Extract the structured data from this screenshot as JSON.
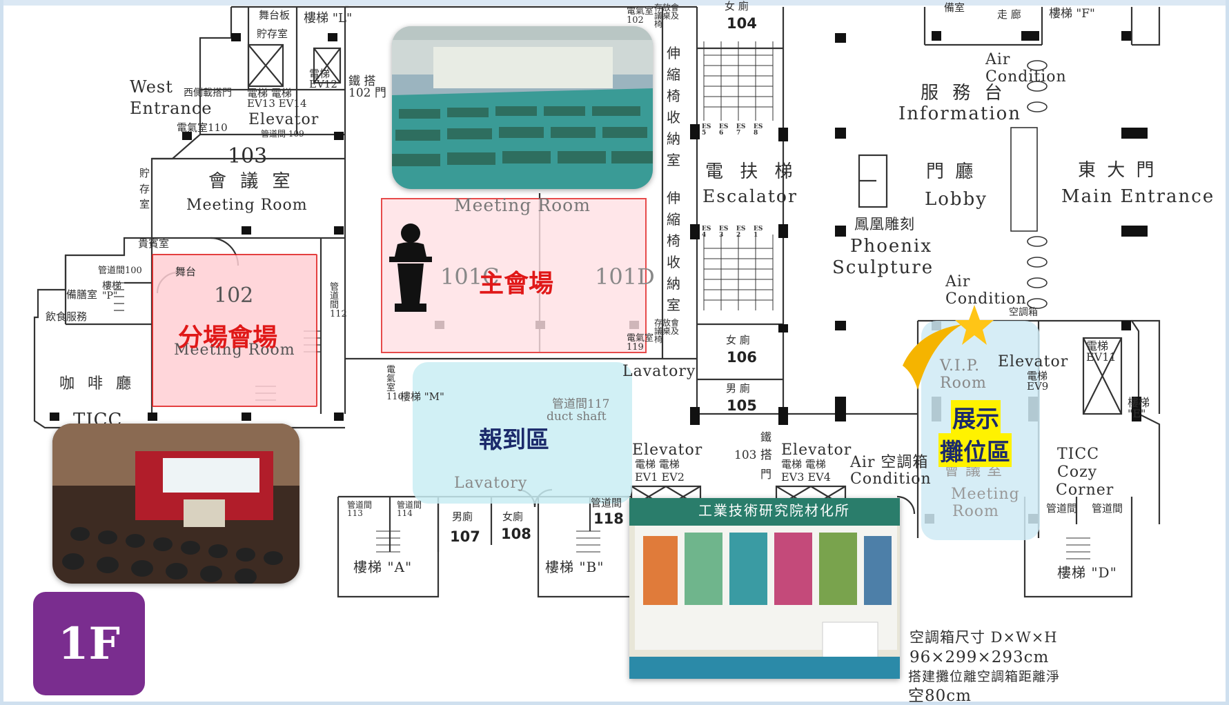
{
  "floor_badge": "1F",
  "colors": {
    "session_room": "#ffc9cf",
    "main_hall_border": "#e01e1e",
    "registration": "#cdeff4",
    "booth": "#d6eef5",
    "label_red": "#e01818",
    "label_navy": "#1b2a6b",
    "badge": "#7a2d8f",
    "highlight": "#fff200",
    "star": "#ffc516"
  },
  "zones": {
    "main_hall": "主會場",
    "session_room": "分場會場",
    "registration": "報到區",
    "booth_line1": "展示",
    "booth_line2": "攤位區"
  },
  "icons": {
    "podium": "speaker-podium-icon",
    "star": "shooting-star-icon"
  },
  "labels": {
    "west_entrance": [
      "West",
      "Entrance"
    ],
    "west_freight_elevator": "西側載搭門",
    "stage_storage": "舞台板",
    "storage_room": "貯存室",
    "stairs_l": "樓梯 \"L\"",
    "elevator_ev12": "電梯 EV12",
    "ev13_ev14": "電梯 電梯 EV13 EV14",
    "elevator": "Elevator",
    "freight_102": "鐵 搭102 門",
    "electrical_110": "電氣室110",
    "duct_109": "管道間 109",
    "room_103_num": "103",
    "room_103_cn": "會 議 室",
    "room_103_en": "Meeting  Room",
    "storage_vertical": "貯 存 室",
    "vip_room": "貴賓室",
    "stage": "舞台",
    "room_102_num": "102",
    "room_102_en": "Meeting  Room",
    "duct_100": "管道間100",
    "stairs_p": "樓梯 \"P\"",
    "prep_room": "備膳室",
    "catering": "飲食服務",
    "cafe": "咖 啡 廳",
    "ticc": "TICC",
    "room_101_title": "Meeting  Room",
    "room_101c": "101C",
    "room_101d": "101D",
    "retractable_seats": "伸 縮 椅 收 納 室",
    "electrical_102": "電氣室 102",
    "storage_platform": "存放會 議桌及 椅",
    "womens_104": "女 廁",
    "num_104": "104",
    "escalator_cn": "電 扶 梯",
    "escalator_en": "Escalator",
    "es_top": [
      "ES 5",
      "ES 6",
      "ES 7",
      "ES 8"
    ],
    "es_bottom": [
      "ES 4",
      "ES 3",
      "ES 2",
      "ES 1"
    ],
    "lavatory": "Lavatory",
    "electrical_119": "電氣室 119",
    "womens_106": "女 廁",
    "num_106": "106",
    "mens_105": "男 廁",
    "num_105": "105",
    "phoenix_cn": "鳳凰雕刻",
    "phoenix_en": [
      "Phoenix",
      "Sculpture"
    ],
    "lobby_cn": "門    廳",
    "lobby_en": "Lobby",
    "info_cn": "服 務 台",
    "info_en": "Information",
    "air_condition": [
      "Air",
      "Condition"
    ],
    "main_entrance_cn": "東    大    門",
    "main_entrance_en": "Main  Entrance",
    "stairs_f": "樓梯 \"F\"",
    "corridor": "走 廊",
    "storage_short": "備室",
    "air_condition_2": [
      "Air",
      "Condition"
    ],
    "aircon_box": "空調箱",
    "vip_room_en": [
      "V.I.P.",
      "Room"
    ],
    "elevator_ev9": "Elevator",
    "ev9": "電梯 EV9",
    "ev11": "電梯 EV11",
    "stairs_e": "樓梯 \"E\"",
    "cozy_corner": [
      "TICC",
      "Cozy",
      "Corner"
    ],
    "room_meeting_right_cn": "會 議 室",
    "room_meeting_right_en": [
      "Meeting",
      "Room"
    ],
    "duct_117": "管道間117",
    "duct_shaft": "duct shaft",
    "electrical_vertical": "電 氣 室 116",
    "stairs_m": "樓梯 \"M\"",
    "lavatory_2": "Lavatory",
    "elevator_ev1_ev2": [
      "Elevator",
      "電梯 電梯",
      "EV1 EV2"
    ],
    "freight_103": "103 搭",
    "iron": "鐵",
    "door": "門",
    "elevator_ev3_ev4": [
      "Elevator",
      "電梯 電梯",
      "EV3 EV4"
    ],
    "air_condition_3": [
      "Air 空調箱",
      "Condition"
    ],
    "duct_113": "管道間 113",
    "duct_114": "管道間 114",
    "mens_107": "男廁",
    "num_107": "107",
    "womens_108": "女廁",
    "num_108": "108",
    "duct_118": "管道間",
    "num_118": "118",
    "stairs_a": "樓梯 \"A\"",
    "stairs_b": "樓梯 \"B\"",
    "stairs_d": "樓梯 \"D\"",
    "duct_right_1": "管道間",
    "duct_right_2": "管道間",
    "ac_spec_title": "空調箱尺寸 D×W×H",
    "ac_spec_dims": "96×299×293cm",
    "ac_spec_note": "搭建攤位離空調箱距離淨",
    "ac_spec_value": "空80cm",
    "electrical_112": "管道間 112",
    "booth_sign": "工業技術研究院材化所"
  }
}
